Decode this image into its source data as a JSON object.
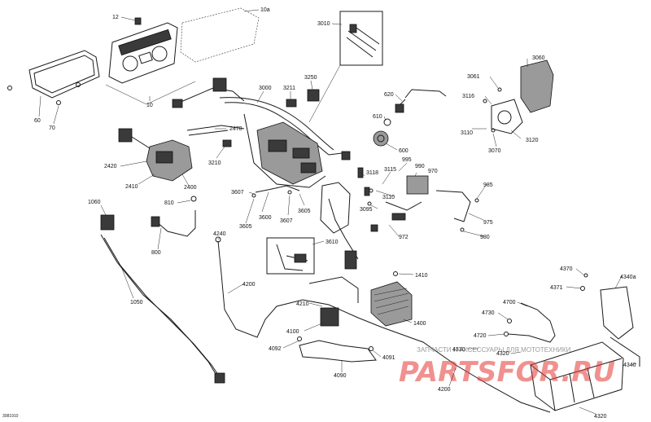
{
  "callouts": {
    "c12": "12",
    "c10a": "10a",
    "c10": "10",
    "c60": "60",
    "c70": "70",
    "c3010": "3010",
    "c3000": "3000",
    "c3211": "3211",
    "c3250": "3250",
    "c620": "620",
    "c610": "610",
    "c600": "600",
    "c3060": "3060",
    "c3061": "3061",
    "c3116": "3116",
    "c3110a": "3110",
    "c3070": "3070",
    "c3120": "3120",
    "c2470": "2470",
    "c2420": "2420",
    "c2410": "2410",
    "c2400": "2400",
    "c3210": "3210",
    "c3607a": "3607",
    "c3600": "3600",
    "c3607b": "3607",
    "c3605a": "3605",
    "c3605b": "3605",
    "c3118": "3118",
    "c3115": "3115",
    "c995": "995",
    "c990": "990",
    "c970": "970",
    "c3110b": "3110",
    "c985": "985",
    "c975": "975",
    "c980": "980",
    "c3095": "3095",
    "c972": "972",
    "c1060": "1060",
    "c810": "810",
    "c800": "800",
    "c4240": "4240",
    "c3610": "3610",
    "c1410": "1410",
    "c4200a": "4200",
    "c1050": "1050",
    "c4210": "4210",
    "c1400": "1400",
    "c4100": "4100",
    "c4092": "4092",
    "c4091": "4091",
    "c4090": "4090",
    "c4370": "4370",
    "c4371": "4371",
    "c4340a": "4340a",
    "c4700": "4700",
    "c4730": "4730",
    "c4720": "4720",
    "c4330": "4330",
    "c4320a": "4320",
    "c4340": "4340",
    "c4200b": "4200",
    "c4320b": "4320"
  },
  "reference_code": "3081910",
  "watermark": {
    "tagline": "ЗАПЧАСТИ И АКСЕССУАРЫ ДЛЯ МОТОТЕХНИКИ",
    "logo": "PARTSFOR.RU"
  }
}
